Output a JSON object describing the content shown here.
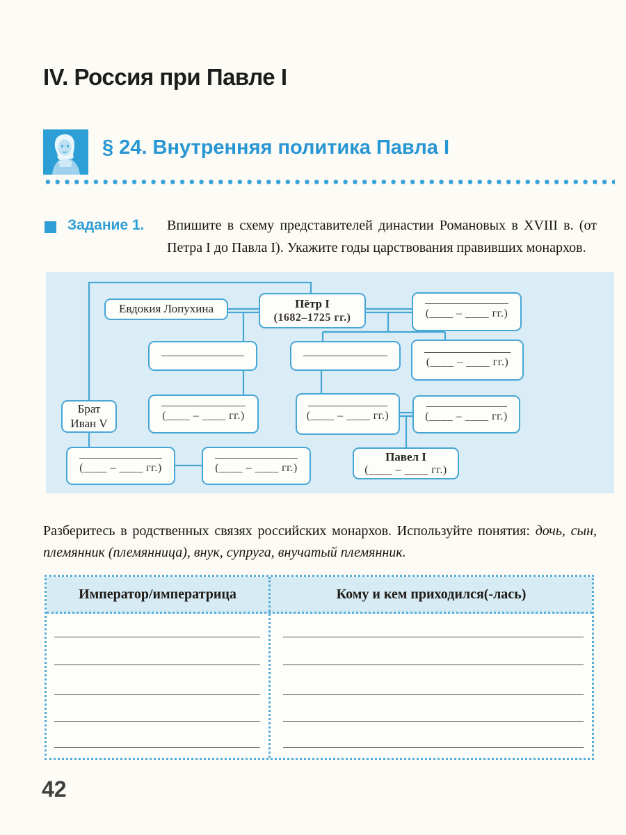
{
  "header": {
    "part_title": "IV. Россия при Павле I",
    "chapter_title": "§ 24. Внутренняя политика Павла I",
    "portrait_icon": "emperor-paul-portrait",
    "accent_blue": "#2f9ed6"
  },
  "task1": {
    "label": "Задание 1.",
    "text": "Впишите в схему представителей династии Романовых в XVIII в. (от Петра I до Павла I). Укажите годы царствования правивших монархов."
  },
  "diagram": {
    "evdokia": "Евдокия Лопухина",
    "peter1_name": "Пётр I",
    "peter1_years": "(1682–1725 гг.)",
    "ivan5_line1": "Брат",
    "ivan5_line2": "Иван V",
    "pavel1_name": "Павел I",
    "years_blank": "(____ – ____ гг.)",
    "panel_color": "#daecf6",
    "line_color": "#46a6d6"
  },
  "relations": {
    "text_regular": "Разберитесь в родственных связях российских монархов. Используйте понятия:",
    "text_italic": "дочь, сын, племянник (племянница), внук, супруга, внучатый племянник."
  },
  "table": {
    "headers": [
      "Император/императрица",
      "Кому и кем приходился(-лась)"
    ],
    "blank_lines_per_column": 5
  },
  "page": {
    "number": "42"
  }
}
